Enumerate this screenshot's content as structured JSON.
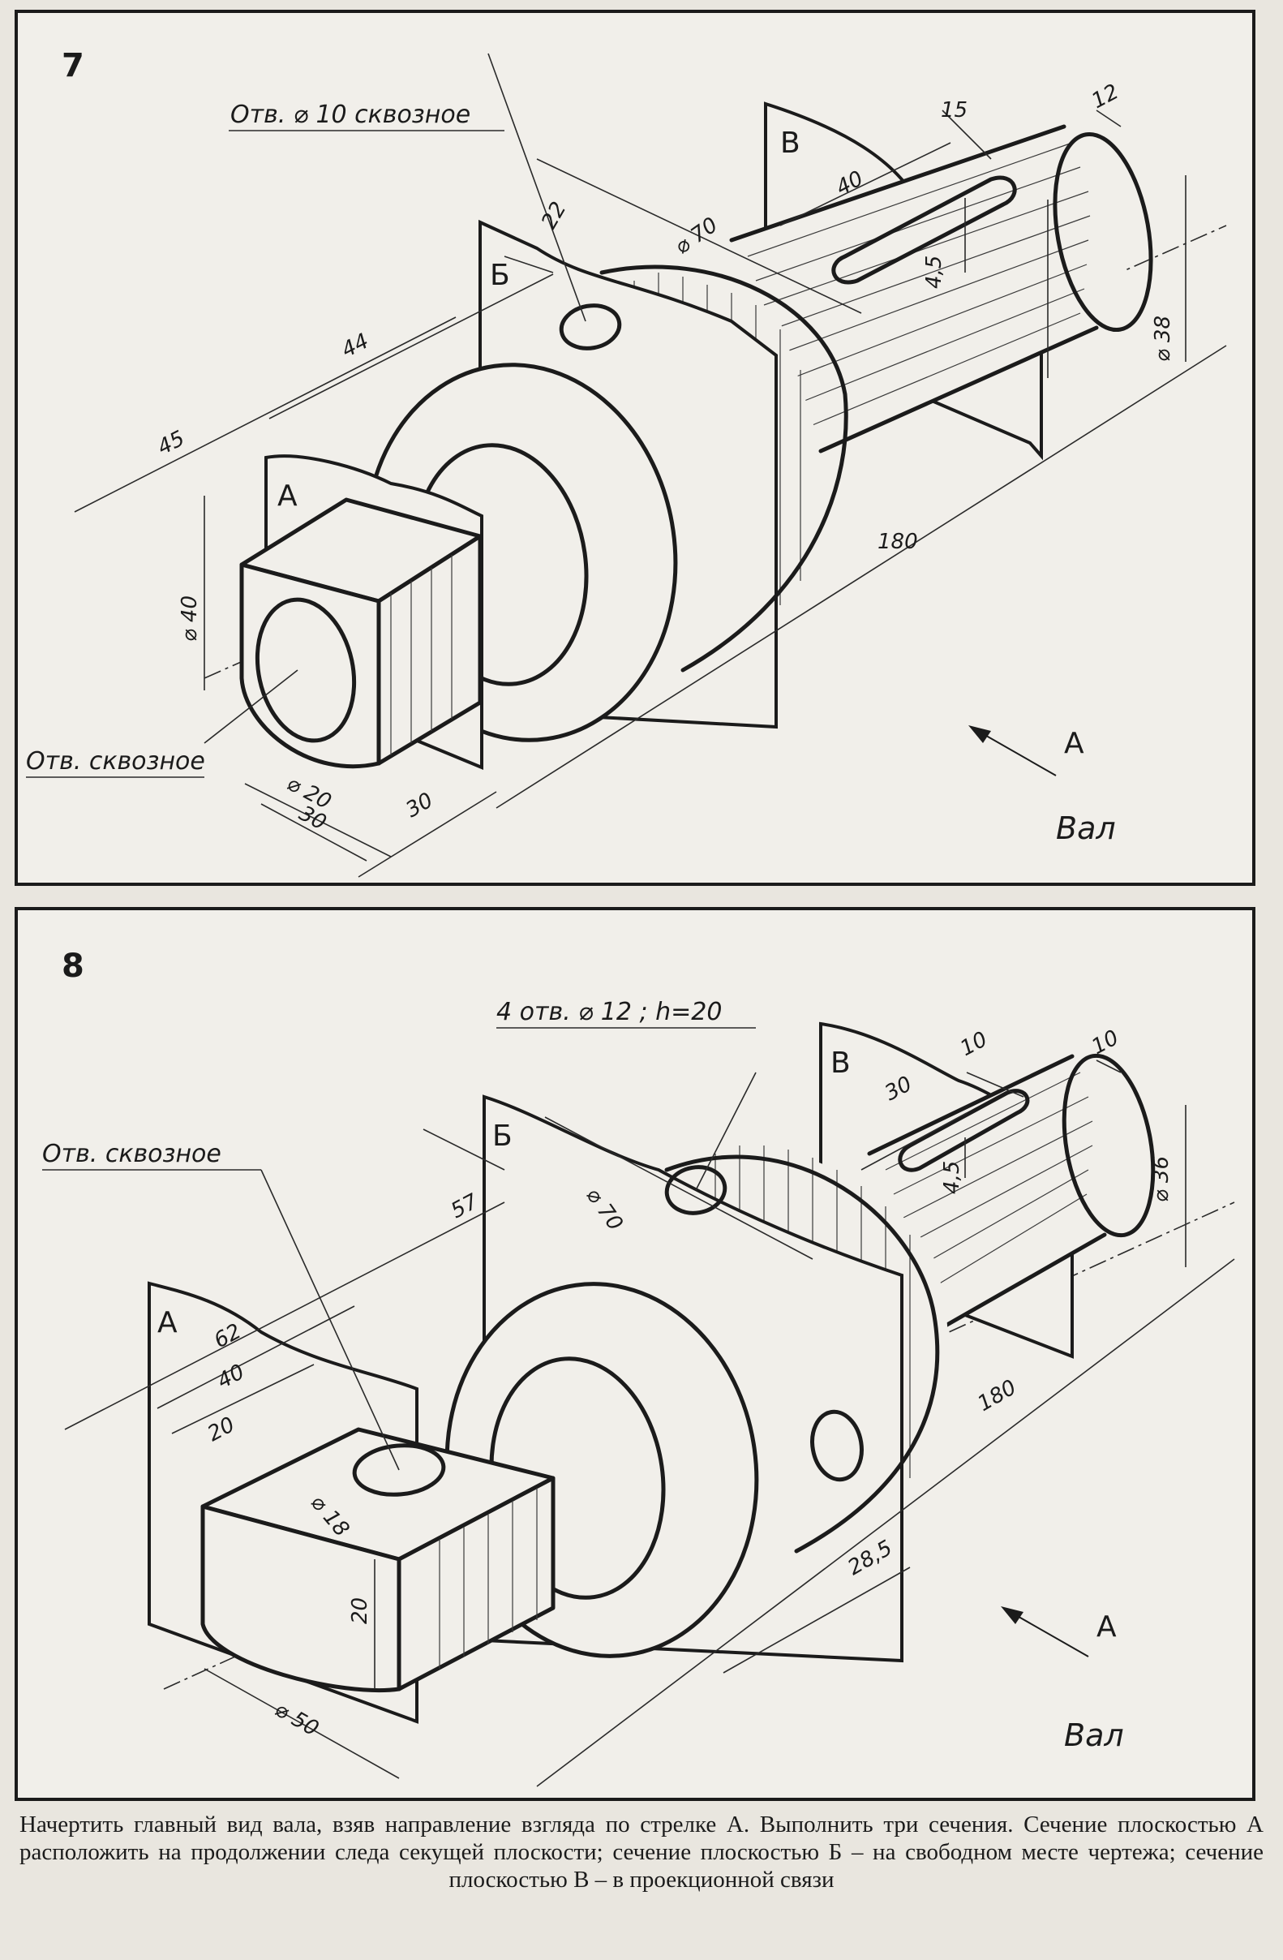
{
  "panel7": {
    "number": "7",
    "note_hole_top": "Отв. ⌀ 10 сквозное",
    "note_hole_end": "Отв. сквозное",
    "plane_a": "А",
    "plane_b": "Б",
    "plane_v": "В",
    "arrow_label": "А",
    "caption": "Вал",
    "dims": {
      "d22": "22",
      "d70": "⌀ 70",
      "d15": "15",
      "d12": "12",
      "d40": "40",
      "d45_5": "4,5",
      "d44": "44",
      "d45": "45",
      "d38": "⌀ 38",
      "d180": "180",
      "dd40": "⌀ 40",
      "dd20": "⌀ 20",
      "d30a": "30",
      "d30b": "30"
    }
  },
  "panel8": {
    "number": "8",
    "note_holes": "4 отв. ⌀ 12 ; h=20",
    "note_hole_end": "Отв. сквозное",
    "plane_a": "А",
    "plane_b": "Б",
    "plane_v": "В",
    "arrow_label": "А",
    "caption": "Вал",
    "dims": {
      "d10a": "10",
      "d10b": "10",
      "d30": "30",
      "d36": "⌀ 36",
      "d45_5": "4,5",
      "d57": "57",
      "d70": "⌀ 70",
      "d62": "62",
      "d40": "40",
      "d20a": "20",
      "d18": "⌀ 18",
      "d180": "180",
      "d28_5": "28,5",
      "d20b": "20",
      "d50": "⌀ 50"
    }
  },
  "instructions": "Начертить главный вид вала, взяв направление взгляда по стрелке А. Выполнить три сечения. Сечение плоскостью А расположить на продолжении следа секущей плоскости; сечение плоскостью Б – на свободном месте чертежа; сечение плоскостью В – в проекционной связи"
}
